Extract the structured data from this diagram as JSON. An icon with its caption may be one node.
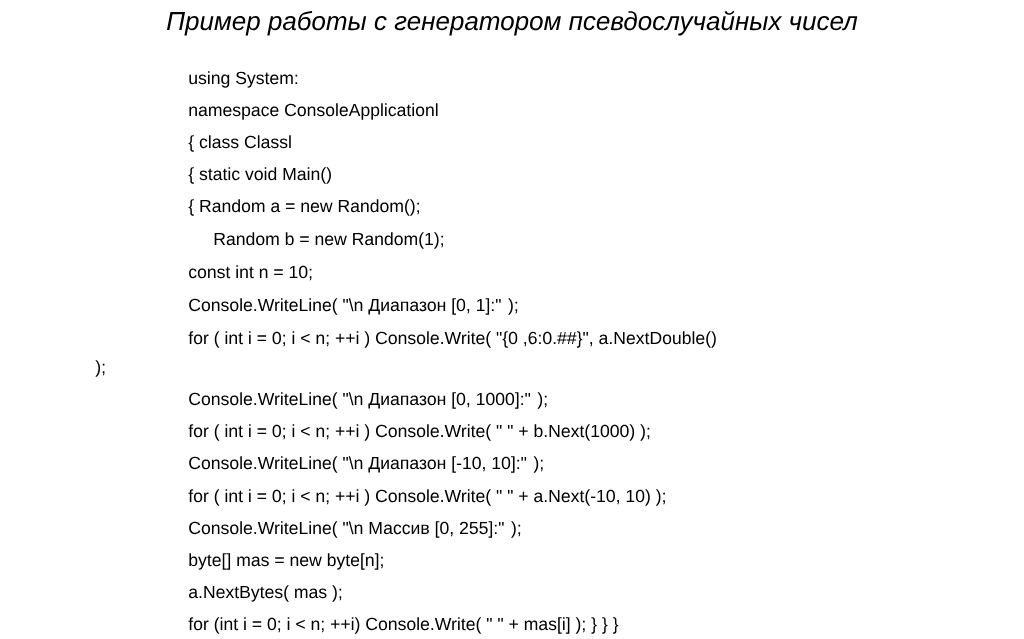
{
  "diagram": {
    "title": "Пример работы с генератором псевдослучайных чисел",
    "labels": [
      "using System:",
      "namespace ConsoleApplicationl",
      "{ class Classl",
      "{ static void Main()",
      "{ Random a = new Random();",
      "Random b = new Random(1);",
      "const int n = 10;",
      "Console.WriteLine( \"\\n Диапазон [0, 1]:\" );",
      "for ( int i = 0; i < n; ++i ) Console.Write( \"{0 ,6:0.##}\", a.NextDouble()",
      ");",
      "Console.WriteLine( \"\\n Диапазон [0, 1000]:\" );",
      "for ( int i = 0; i < n; ++i ) Console.Write( \" \" + b.Next(1000) );",
      "Console.WriteLine( \"\\n Диапазон [-10, 10]:\" );",
      "for ( int i = 0; i < n; ++i ) Console.Write( \" \" + a.Next(-10, 10) );",
      "Console.WriteLine( \"\\n Массив [0, 255]:\" );",
      "byte[] mas = new byte[n];",
      "a.NextBytes( mas );",
      "for (int i = 0; i < n; ++i) Console.Write( \" \" + mas[i] ); } } }"
    ]
  }
}
